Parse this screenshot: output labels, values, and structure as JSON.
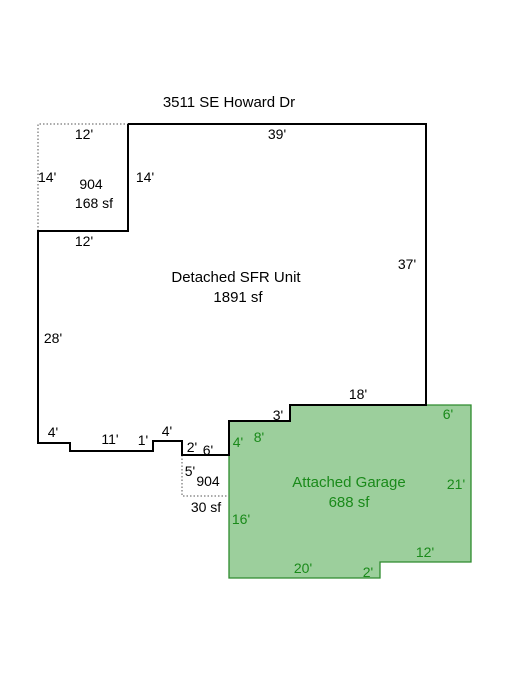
{
  "title": "3511 SE Howard Dr",
  "colors": {
    "outline": "#000000",
    "garage_fill": "#9ccf9c",
    "garage_stroke": "#2e8b2e",
    "garage_text": "#1a8a1a",
    "dotted": "#666666"
  },
  "areas": {
    "main": {
      "name": "Detached SFR Unit",
      "size": "1891 sf"
    },
    "garage": {
      "name": "Attached Garage",
      "size": "688 sf"
    },
    "addition_top": {
      "name": "904",
      "size": "168 sf"
    },
    "addition_small": {
      "name": "904",
      "size": "30 sf"
    }
  },
  "dims": {
    "main_top": "39'",
    "main_right": "37'",
    "main_left": "28'",
    "main_step_right": "18'",
    "main_step_small": "3'",
    "main_bottom_1": "4'",
    "main_bottom_2": "11'",
    "main_bottom_3": "1'",
    "main_bottom_4": "4'",
    "main_bottom_5": "2'",
    "main_bottom_6": "6'",
    "addition_top_width": "12'",
    "addition_top_left": "14'",
    "addition_top_right": "14'",
    "addition_top_bottom": "12'",
    "addition_small_side": "5'",
    "garage_top_small": "8'",
    "garage_left_top": "4'",
    "garage_right_top": "6'",
    "garage_right": "21'",
    "garage_left": "16'",
    "garage_bottom": "20'",
    "garage_bottom_step": "2'",
    "garage_bottom_right": "12'"
  }
}
